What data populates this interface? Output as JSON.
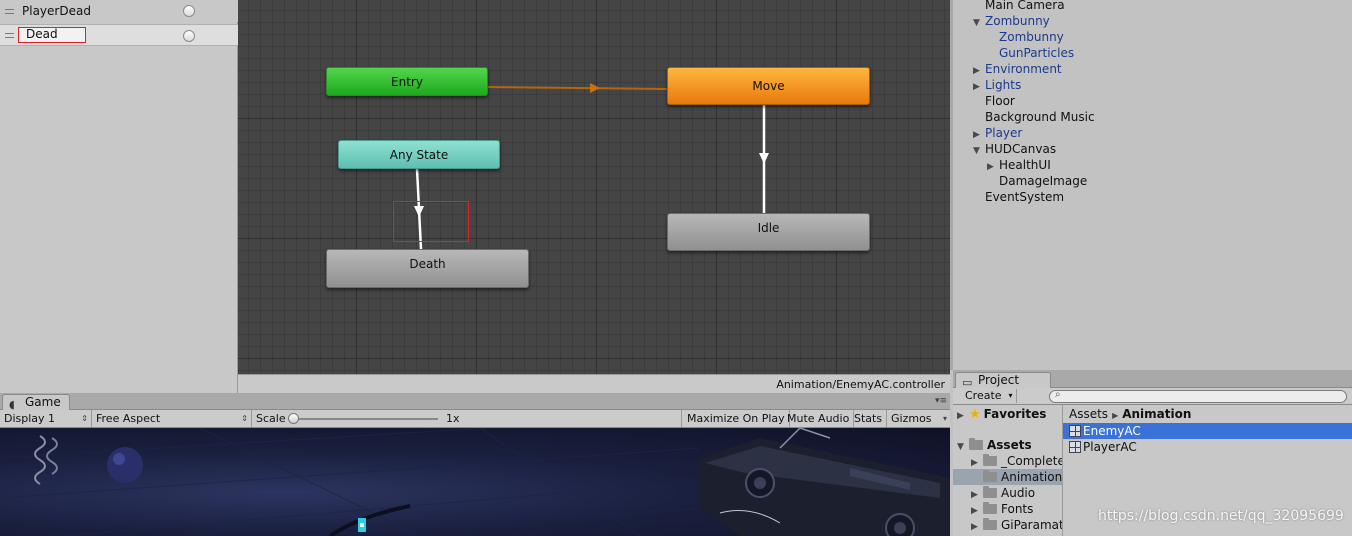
{
  "parameters": {
    "items": [
      {
        "label": "PlayerDead"
      },
      {
        "label": "Dead"
      }
    ]
  },
  "animator": {
    "nodes": {
      "entry": "Entry",
      "move": "Move",
      "any_state": "Any State",
      "idle": "Idle",
      "death": "Death"
    },
    "status_path": "Animation/EnemyAC.controller",
    "colors": {
      "entry": "#22b01e",
      "move": "#f0890f",
      "any_state": "#6fd1c3",
      "default": "#a0a0a0",
      "highlight": "#e0202a"
    }
  },
  "hierarchy": {
    "items": [
      {
        "label": "Main Camera",
        "indent": 0,
        "arrow": "",
        "blue": false
      },
      {
        "label": "Zombunny",
        "indent": 0,
        "arrow": "▼",
        "blue": true
      },
      {
        "label": "Zombunny",
        "indent": 1,
        "arrow": "",
        "blue": true
      },
      {
        "label": "GunParticles",
        "indent": 1,
        "arrow": "",
        "blue": true
      },
      {
        "label": "Environment",
        "indent": 0,
        "arrow": "▶",
        "blue": true
      },
      {
        "label": "Lights",
        "indent": 0,
        "arrow": "▶",
        "blue": true
      },
      {
        "label": "Floor",
        "indent": 0,
        "arrow": "",
        "blue": false
      },
      {
        "label": "Background Music",
        "indent": 0,
        "arrow": "",
        "blue": false
      },
      {
        "label": "Player",
        "indent": 0,
        "arrow": "▶",
        "blue": true
      },
      {
        "label": "HUDCanvas",
        "indent": 0,
        "arrow": "▼",
        "blue": false
      },
      {
        "label": "HealthUI",
        "indent": 1,
        "arrow": "▶",
        "blue": false
      },
      {
        "label": "DamageImage",
        "indent": 1,
        "arrow": "",
        "blue": false
      },
      {
        "label": "EventSystem",
        "indent": 0,
        "arrow": "",
        "blue": false
      }
    ]
  },
  "game": {
    "tab_label": "Game",
    "tab_icon": "pacman-icon",
    "display": "Display 1",
    "aspect": "Free Aspect",
    "scale_label": "Scale",
    "scale_value": "1x",
    "maximize": "Maximize On Play",
    "mute": "Mute Audio",
    "stats": "Stats",
    "gizmos": "Gizmos"
  },
  "project": {
    "tab_label": "Project",
    "create_label": "Create",
    "search_placeholder": "",
    "favorites": "Favorites",
    "assets_root": "Assets",
    "folders": [
      "_Complete",
      "Animation",
      "Audio",
      "Fonts",
      "GiParamat"
    ],
    "breadcrumb": {
      "root": "Assets",
      "current": "Animation"
    },
    "files": [
      "EnemyAC",
      "PlayerAC"
    ]
  },
  "watermark": "https://blog.csdn.net/qq_32095699"
}
